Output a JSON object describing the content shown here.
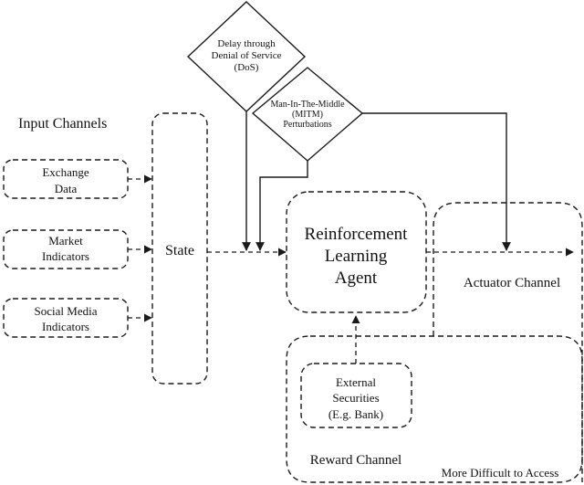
{
  "title": "Input Channels",
  "inputs": [
    {
      "line1": "Exchange",
      "line2": "Data"
    },
    {
      "line1": "Market",
      "line2": "Indicators"
    },
    {
      "line1": "Social Media",
      "line2": "Indicators"
    }
  ],
  "state_label": "State",
  "dos": {
    "line1": "Delay through",
    "line2": "Denial of Service",
    "line3": "(DoS)"
  },
  "mitm": {
    "line1": "Man-In-The-Middle",
    "line2": "(MITM)",
    "line3": "Perturbations"
  },
  "agent": {
    "line1": "Reinforcement",
    "line2": "Learning",
    "line3": "Agent"
  },
  "actuator_label": "Actuator Channel",
  "external": {
    "line1": "External",
    "line2": "Securities",
    "line3": "(E.g. Bank)"
  },
  "reward_label": "Reward Channel",
  "difficult_label": "More Difficult to Access",
  "colors": {
    "line": "#1a1a1a",
    "text": "#111111",
    "background": "#ffffff"
  }
}
